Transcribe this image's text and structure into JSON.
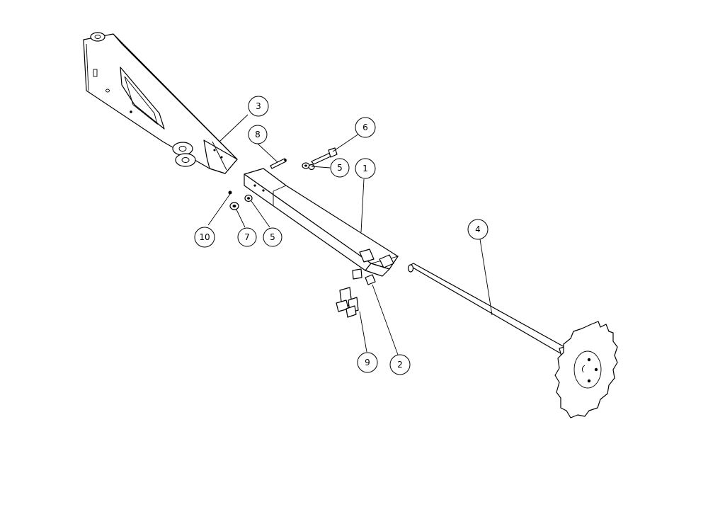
{
  "callouts": [
    {
      "id": "callout-1",
      "label": "1"
    },
    {
      "id": "callout-2",
      "label": "2"
    },
    {
      "id": "callout-3",
      "label": "3"
    },
    {
      "id": "callout-4",
      "label": "4"
    },
    {
      "id": "callout-5a",
      "label": "5"
    },
    {
      "id": "callout-5b",
      "label": "5"
    },
    {
      "id": "callout-6",
      "label": "6"
    },
    {
      "id": "callout-7",
      "label": "7"
    },
    {
      "id": "callout-8",
      "label": "8"
    },
    {
      "id": "callout-9",
      "label": "9"
    },
    {
      "id": "callout-10",
      "label": "10"
    }
  ],
  "colors": {
    "line": "#000000",
    "background": "#ffffff"
  }
}
